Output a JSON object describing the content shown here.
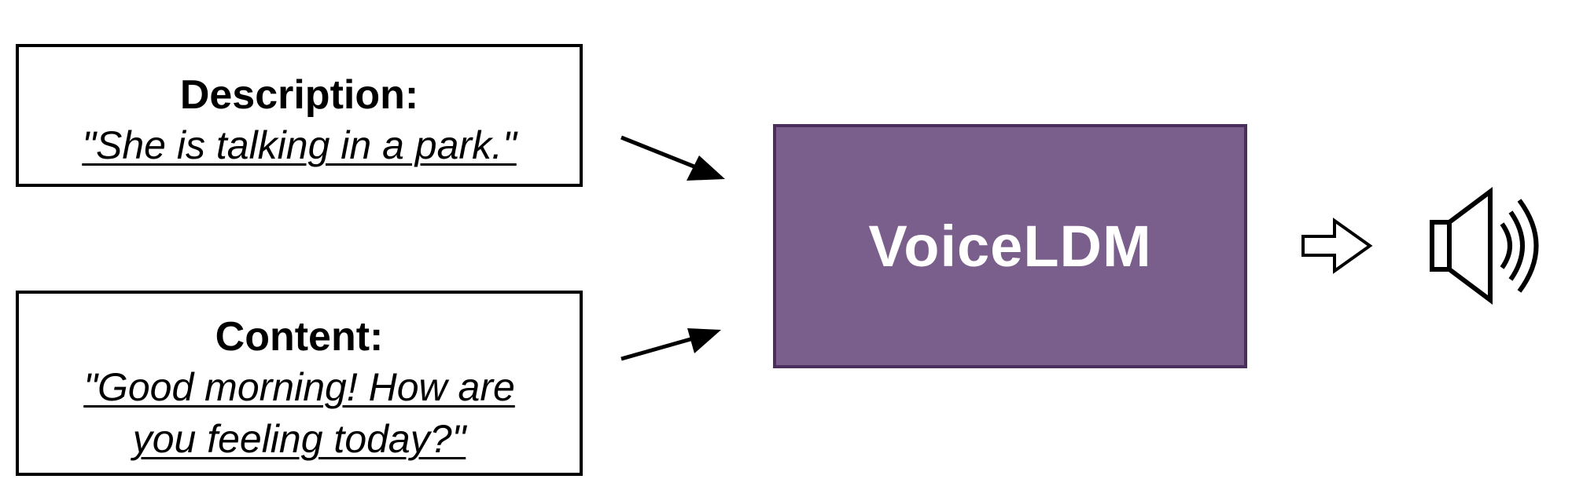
{
  "description": {
    "heading": "Description:",
    "text": "\"She is talking in a park.\""
  },
  "content": {
    "heading": "Content:",
    "text": "\"Good morning! How are you feeling today?\""
  },
  "model": {
    "label": "VoiceLDM",
    "fill_color": "#7a5f8c",
    "border_color": "#4a2f5e"
  },
  "icons": {
    "output_arrow": "outline-right-arrow-icon",
    "speaker": "speaker-icon"
  }
}
